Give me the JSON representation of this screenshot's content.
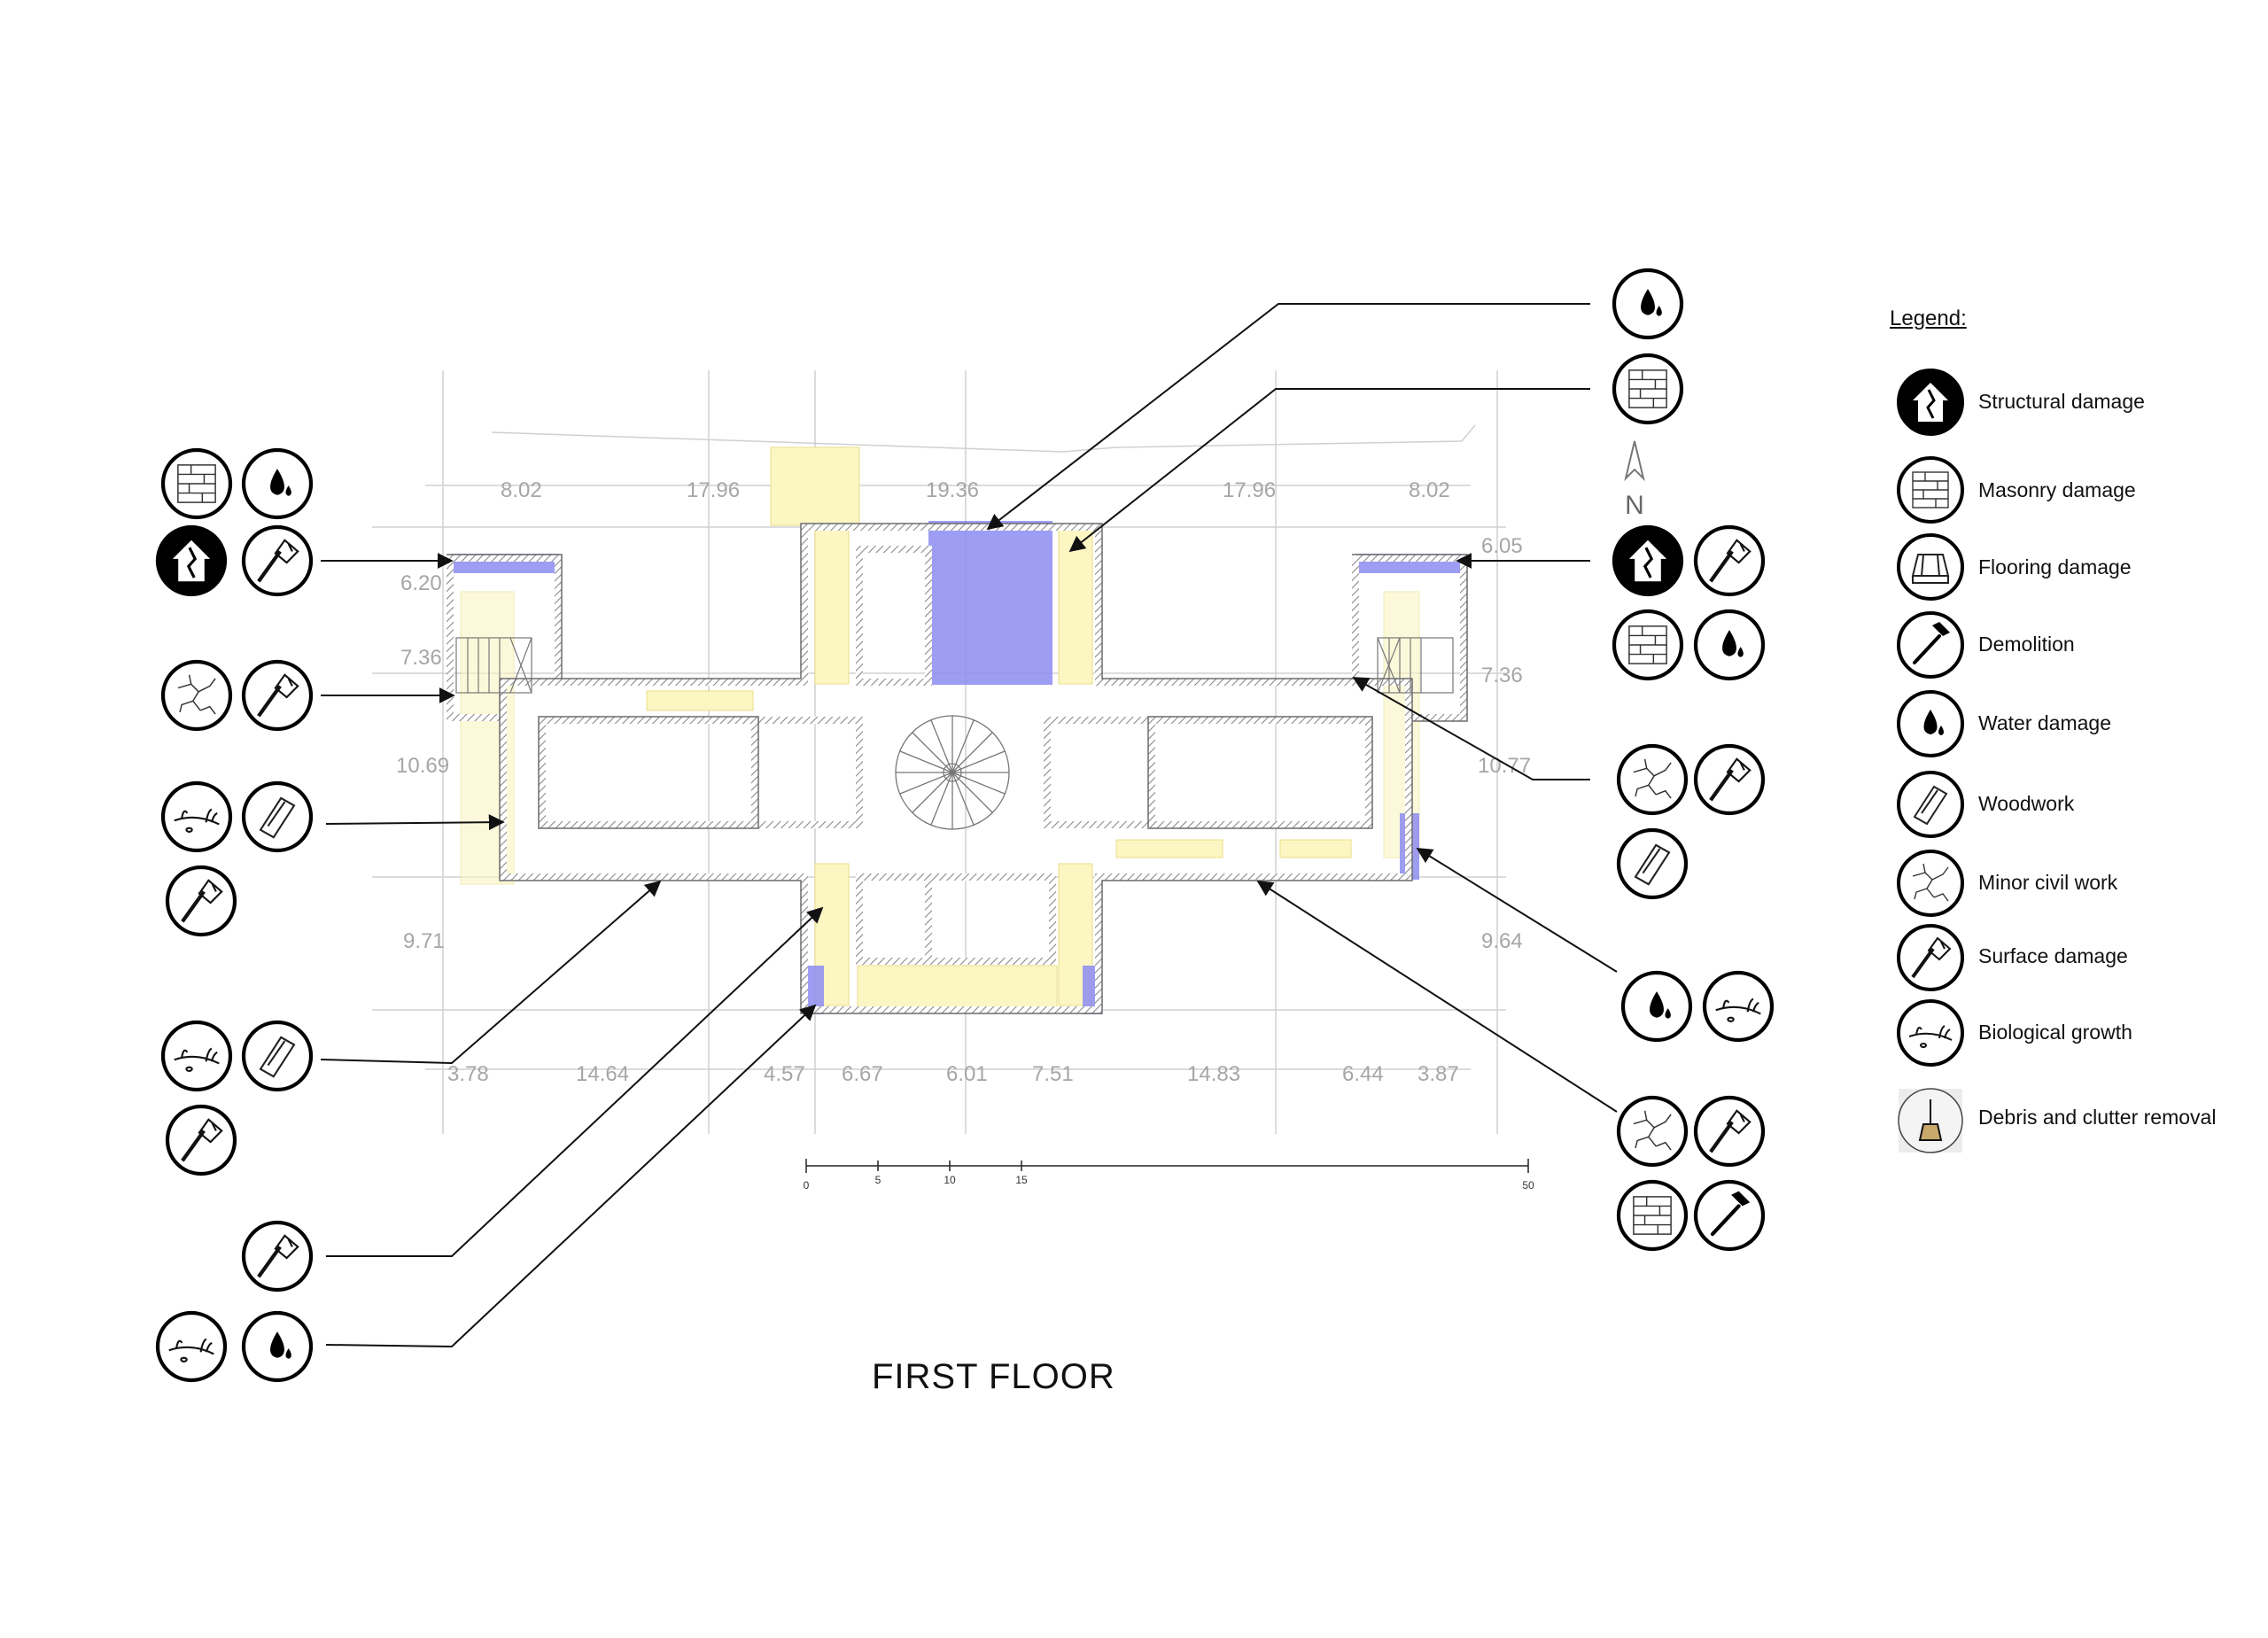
{
  "title": "FIRST FLOOR",
  "north_label": "N",
  "legend": {
    "title": "Legend:",
    "items": [
      {
        "icon": "structural-damage-icon",
        "label": "Structural damage"
      },
      {
        "icon": "masonry-damage-icon",
        "label": "Masonry damage"
      },
      {
        "icon": "flooring-damage-icon",
        "label": "Flooring damage"
      },
      {
        "icon": "demolition-icon",
        "label": "Demolition"
      },
      {
        "icon": "water-damage-icon",
        "label": "Water damage"
      },
      {
        "icon": "woodwork-icon",
        "label": "Woodwork"
      },
      {
        "icon": "minor-civil-work-icon",
        "label": "Minor civil work"
      },
      {
        "icon": "surface-damage-icon",
        "label": "Surface damage"
      },
      {
        "icon": "biological-growth-icon",
        "label": "Biological growth"
      },
      {
        "icon": "debris-clutter-removal-icon",
        "label": "Debris and clutter removal"
      }
    ]
  },
  "dimensions": {
    "top": [
      "8.02",
      "17.96",
      "19.36",
      "17.96",
      "8.02"
    ],
    "bottom": [
      "3.78",
      "14.64",
      "4.57",
      "6.67",
      "6.01",
      "7.51",
      "14.83",
      "6.44",
      "3.87"
    ],
    "left": [
      "6.20",
      "7.36",
      "10.69",
      "9.71"
    ],
    "right": [
      "6.05",
      "7.36",
      "10.77",
      "9.64"
    ]
  },
  "scale_bar": [
    "0",
    "5",
    "10",
    "15",
    "50"
  ],
  "colors": {
    "damage_blue": "#8c8cf2",
    "repair_yellow": "#fbf6c2",
    "wall_gray": "#8a8a8a",
    "line": "#111111"
  }
}
